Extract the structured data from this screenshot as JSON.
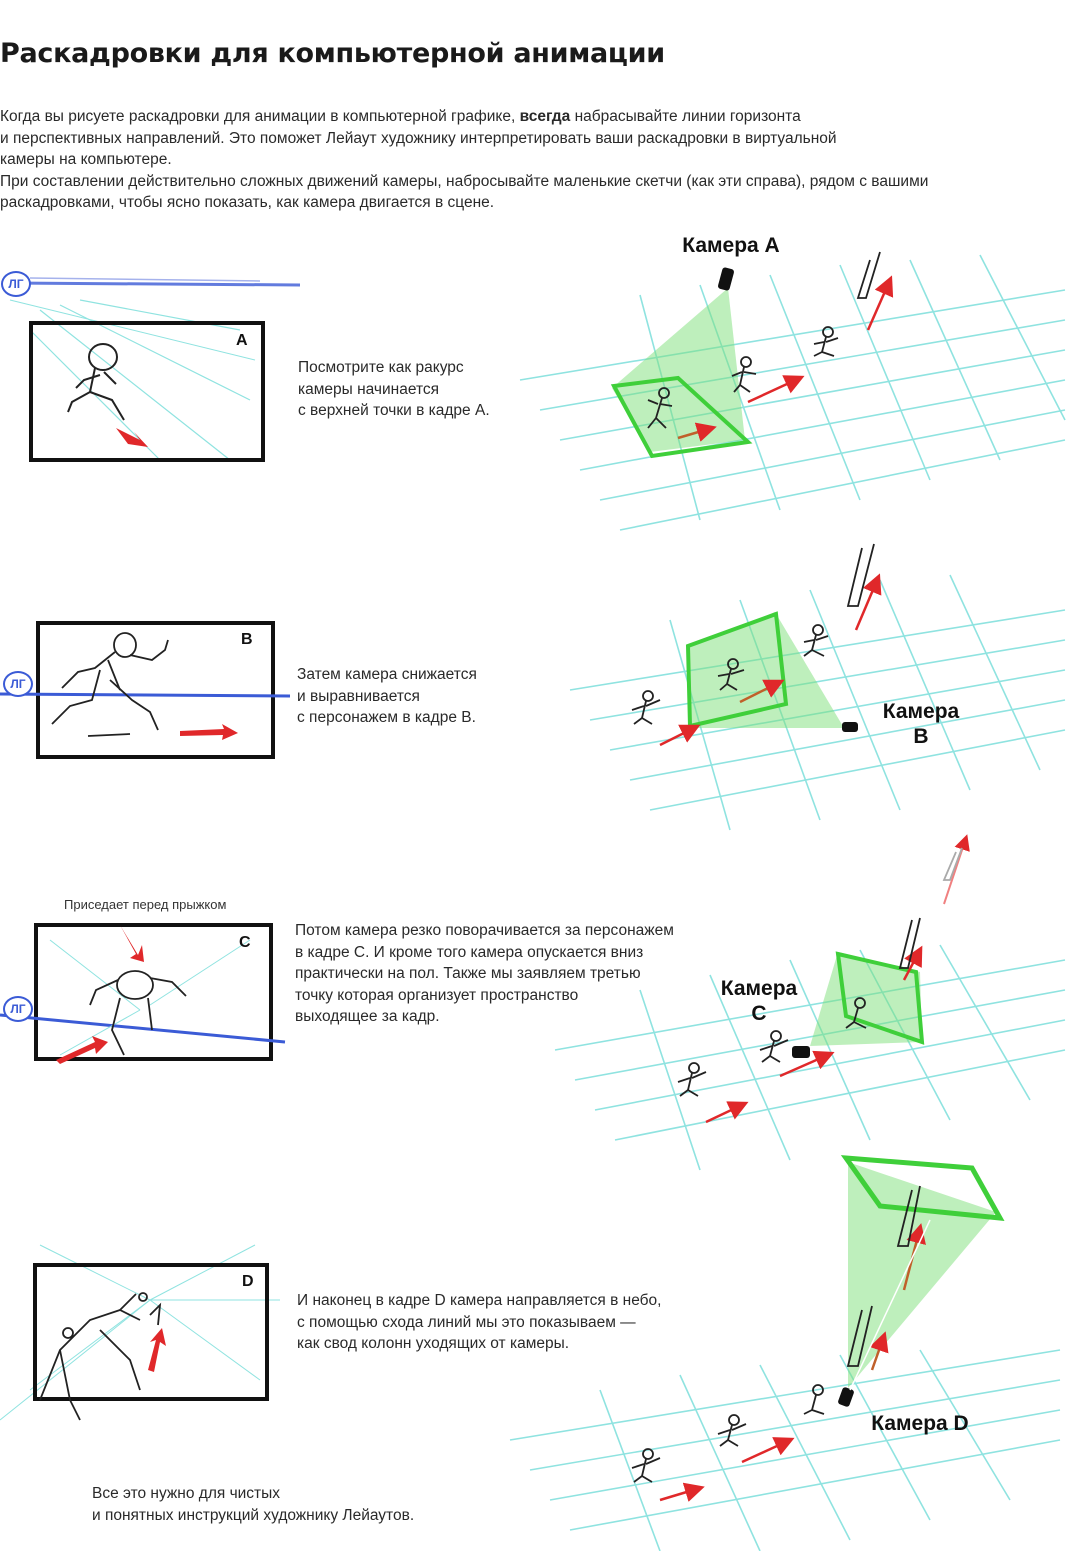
{
  "title": "Раскадровки для компьютерной анимации",
  "intro": {
    "p1_before_bold": "Когда вы рисуете раскадровки для анимации в компьютерной графике, ",
    "p1_bold": "всегда",
    "p1_after_bold": " набрасывайте линии горизонта",
    "p2": "и перспективных направлений. Это поможет Лейаут художнику интерпретировать ваши раскадровки в виртуальной",
    "p3": "камеры на компьютере.",
    "p4": "При составлении действительно сложных движений камеры, набросывайте маленькие скетчи (как эти справа), рядом с вашими",
    "p5": "раскадровками, чтобы ясно показать, как камера двигается в сцене."
  },
  "horizon_badge": "ЛГ",
  "frames": [
    {
      "letter": "A",
      "desc": [
        "Посмотрите как ракурс",
        "камеры начинается",
        "с верхней точки в кадре A."
      ],
      "camera_label": [
        "Камера A"
      ]
    },
    {
      "letter": "B",
      "desc": [
        "Затем камера снижается",
        "и выравнивается",
        "с персонажем в кадре B."
      ],
      "camera_label": [
        "Камера",
        "B"
      ]
    },
    {
      "letter": "C",
      "caption": "Приседает перед прыжком",
      "desc": [
        "Потом камера резко поворачивается за персонажем",
        "в кадре C. И кроме того камера опускается вниз",
        "практически на пол. Также мы заявляем третью",
        "точку которая организует пространство",
        "выходящее за кадр."
      ],
      "camera_label": [
        "Камера",
        "C"
      ]
    },
    {
      "letter": "D",
      "desc": [
        "И наконец в кадре D камера направляется в небо,",
        "с помощью схода линий мы это показываем —",
        "как свод колонн уходящих от камеры."
      ],
      "camera_label": [
        "Камера D"
      ]
    }
  ],
  "outro": [
    "Все это нужно для чистых",
    "и понятных инструкций художнику Лейаутов."
  ],
  "colors": {
    "grid": "#8fe3e0",
    "camera_frustum": "#7de07a",
    "camera_frame": "#3fcf3a",
    "arrow": "#e0282a",
    "horizon_line": "#3b5bd6",
    "frame_border": "#111111"
  }
}
